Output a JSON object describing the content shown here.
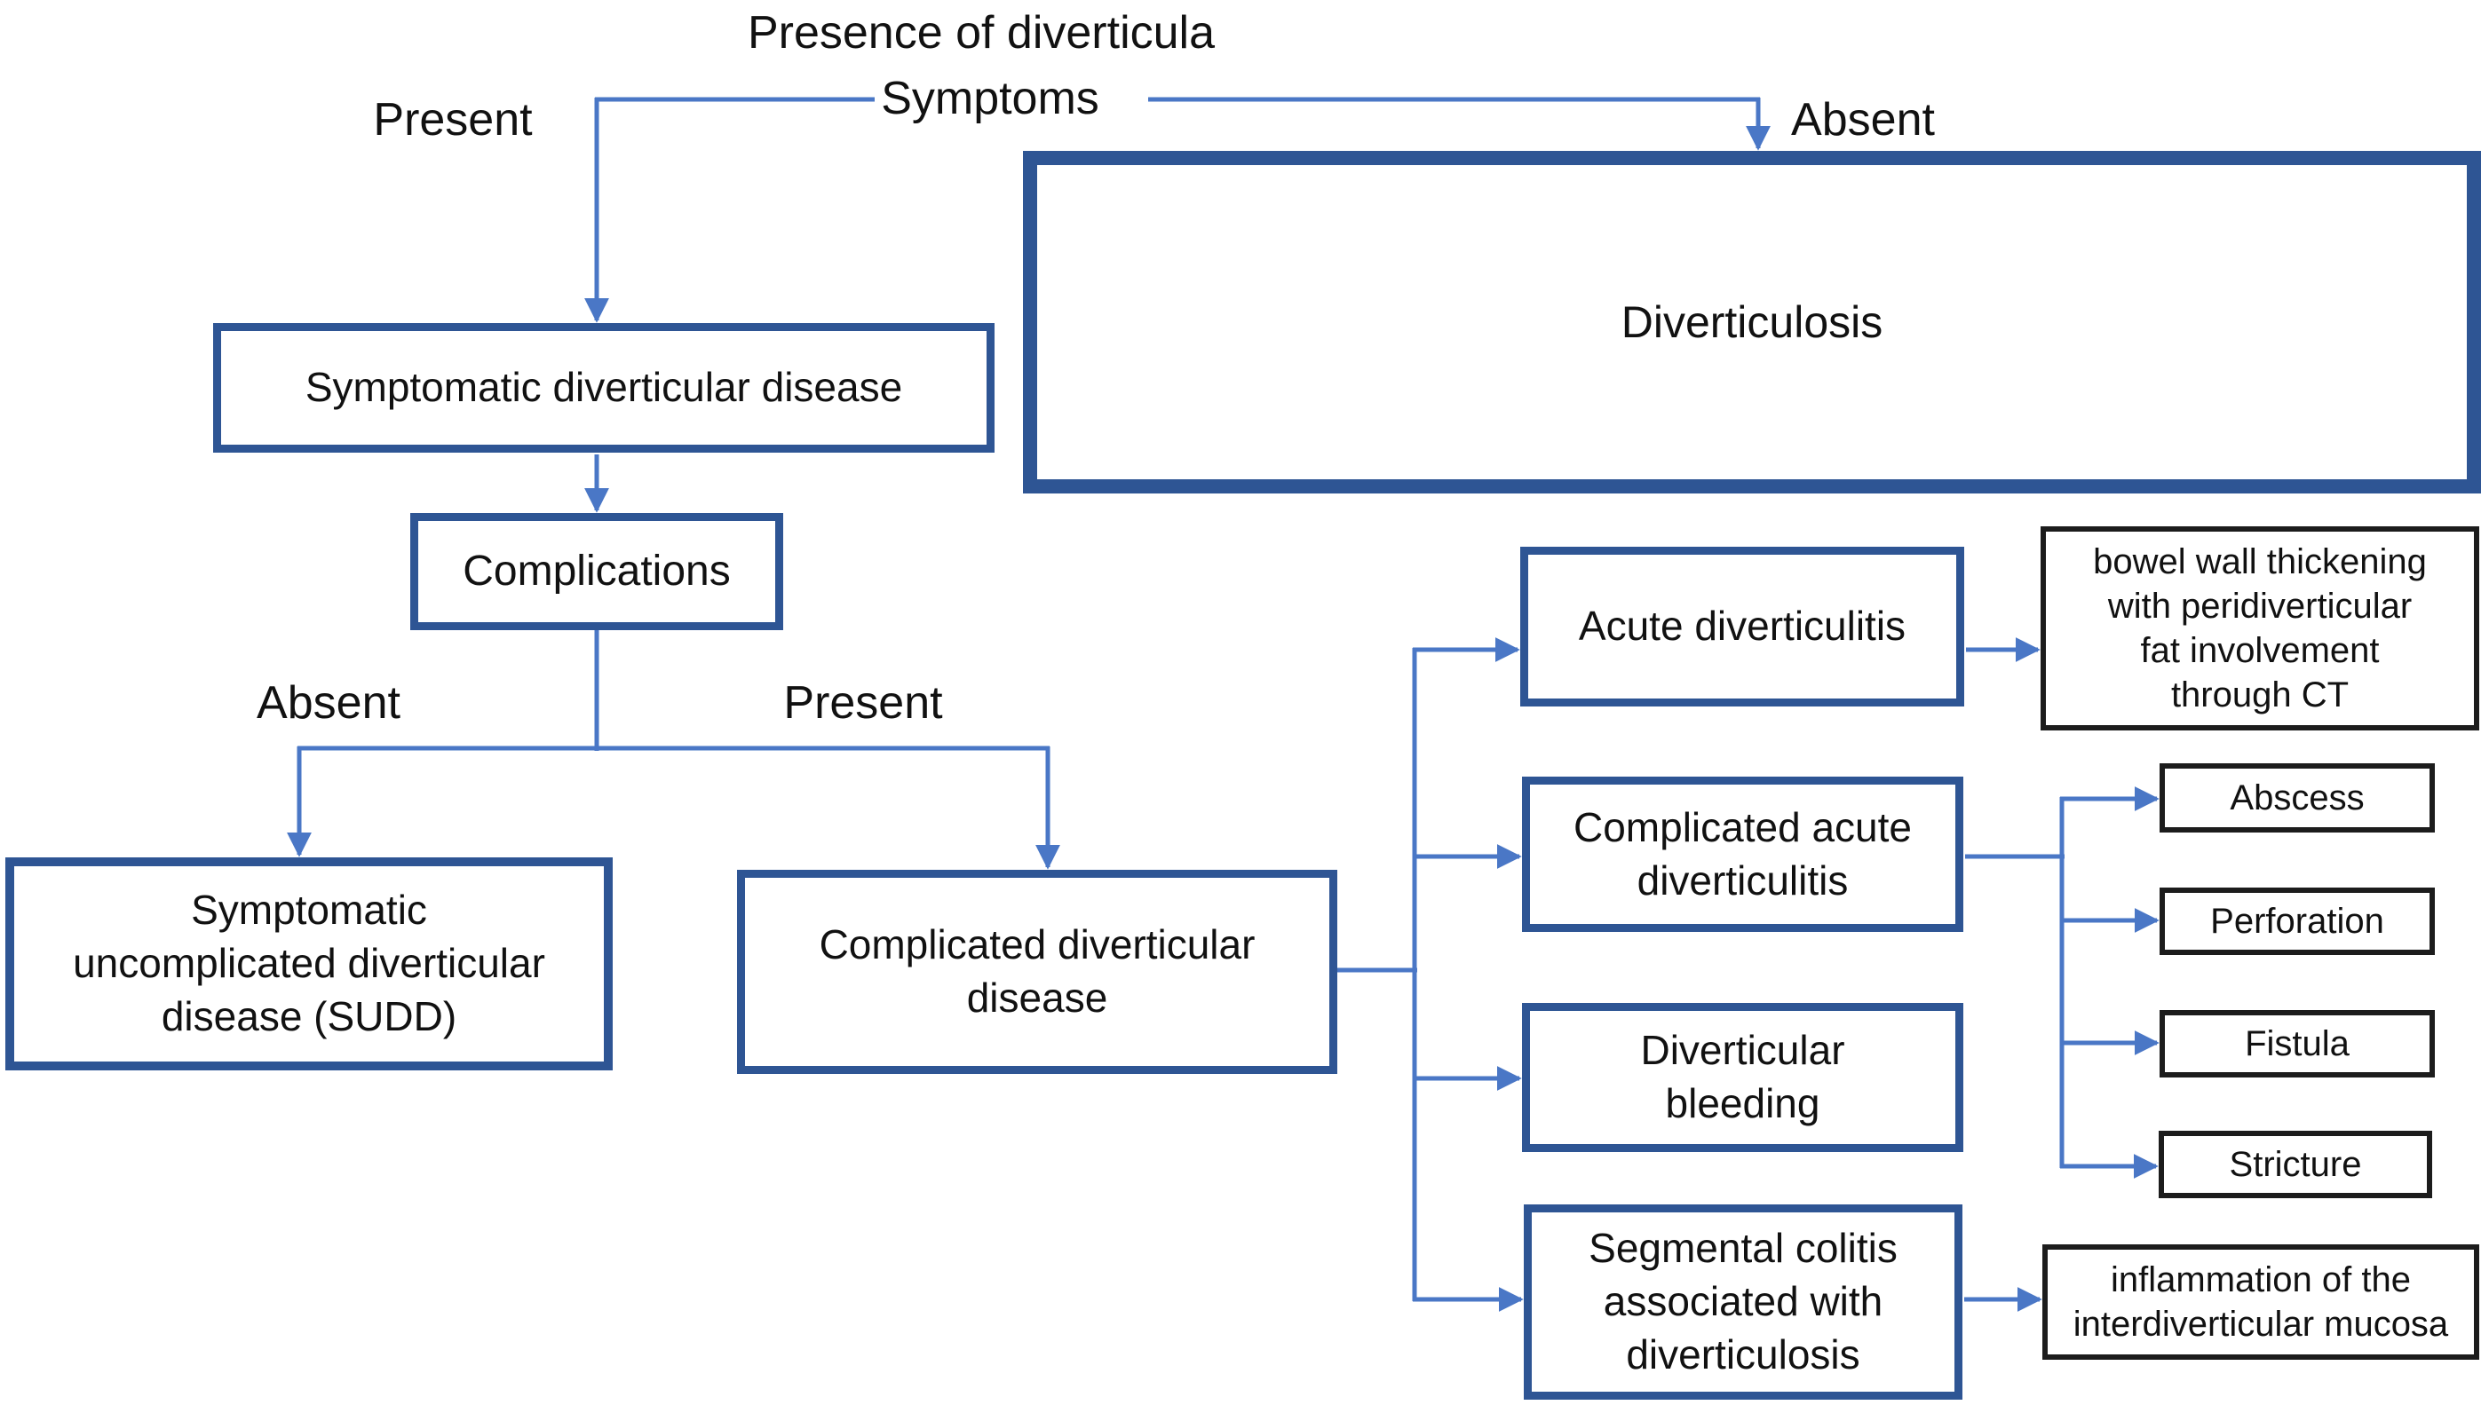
{
  "colors": {
    "box_border_blue": "#2e5594",
    "connector_blue": "#4a77c6",
    "note_border_black": "#1c1c1c",
    "text": "#111111",
    "background": "#ffffff"
  },
  "labels": {
    "presence": "Presence of diverticula",
    "symptoms": "Symptoms",
    "symptoms_present": "Present",
    "symptoms_absent": "Absent",
    "complications_absent": "Absent",
    "complications_present": "Present"
  },
  "nodes": {
    "diverticulosis": "Diverticulosis",
    "symptomatic_dd": "Symptomatic diverticular disease",
    "complications": "Complications",
    "sudd": "Symptomatic\nuncomplicated diverticular\ndisease (SUDD)",
    "complicated_dd": "Complicated diverticular\ndisease",
    "acute_diverticulitis": "Acute diverticulitis",
    "complicated_acute_diverticulitis": "Complicated acute\ndiverticulitis",
    "diverticular_bleeding": "Diverticular\nbleeding",
    "segmental_colitis": "Segmental colitis\nassociated with\ndiverticulosis",
    "ct_note": "bowel wall thickening\nwith peridiverticular\nfat involvement\nthrough CT",
    "abscess": "Abscess",
    "perforation": "Perforation",
    "fistula": "Fistula",
    "stricture": "Stricture",
    "inflammation_note": "inflammation of the\ninterdiverticular mucosa"
  }
}
